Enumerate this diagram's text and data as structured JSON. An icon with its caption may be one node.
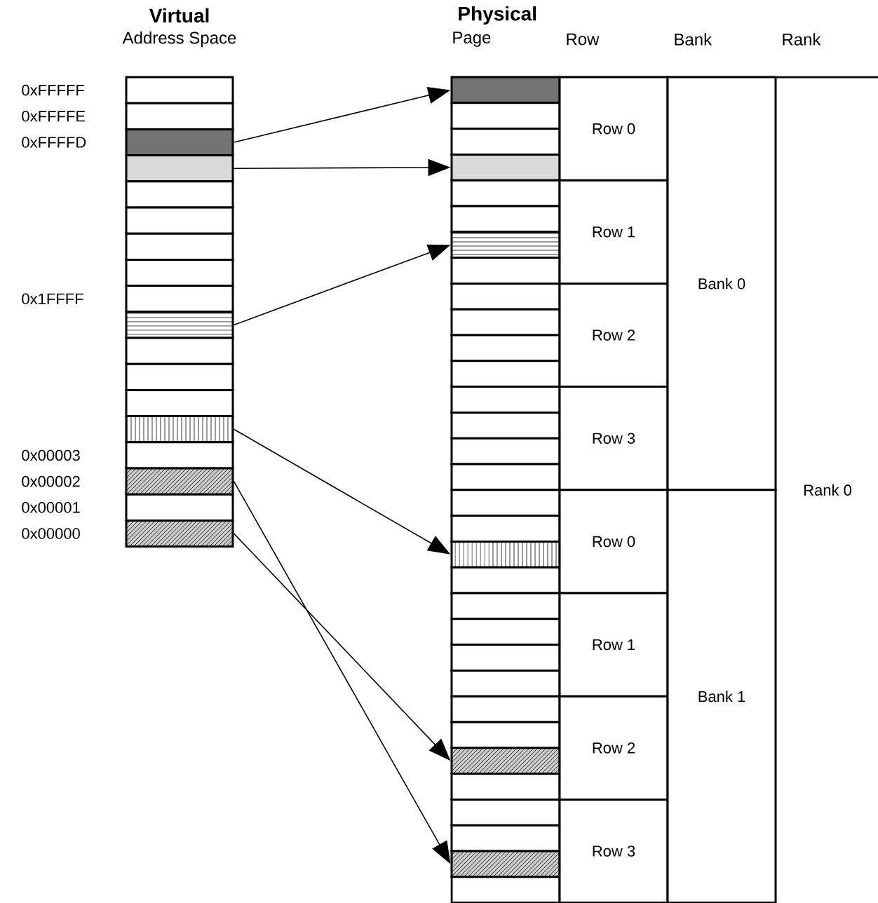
{
  "diagram": {
    "nodes": [
      {
        "text": [],
        "shape": "box",
        "beside": [
          "0xFFFFF"
        ]
      },
      {
        "text": [],
        "shape": "box",
        "beside": [
          "0xFFFFE"
        ]
      },
      {
        "text": [],
        "shape": "box",
        "beside": [
          "0xFFFFD"
        ]
      },
      {
        "text": [],
        "shape": "box"
      },
      {
        "text": [],
        "shape": "box"
      },
      {
        "text": [],
        "shape": "box"
      },
      {
        "text": [],
        "shape": "box"
      },
      {
        "text": [],
        "shape": "box"
      },
      {
        "text": [],
        "shape": "box",
        "beside": [
          "0x1FFFF"
        ]
      },
      {
        "text": [],
        "shape": "box"
      },
      {
        "text": [],
        "shape": "box"
      },
      {
        "text": [],
        "shape": "box"
      },
      {
        "text": [],
        "shape": "box"
      },
      {
        "text": [],
        "shape": "box"
      },
      {
        "text": [],
        "shape": "box",
        "beside": [
          "0x00003"
        ]
      },
      {
        "text": [],
        "shape": "box",
        "beside": [
          "0x00002"
        ]
      },
      {
        "text": [],
        "shape": "box",
        "beside": [
          "0x00001"
        ]
      },
      {
        "text": [],
        "shape": "box",
        "beside": [
          "0x00000"
        ]
      },
      {
        "text": [],
        "shape": "box"
      },
      {
        "text": [],
        "shape": "box"
      },
      {
        "text": [],
        "shape": "box"
      },
      {
        "text": [],
        "shape": "box"
      },
      {
        "text": [],
        "shape": "box"
      },
      {
        "text": [],
        "shape": "box"
      },
      {
        "text": [],
        "shape": "box"
      },
      {
        "text": [],
        "shape": "box"
      },
      {
        "text": [],
        "shape": "box"
      },
      {
        "text": [],
        "shape": "box"
      },
      {
        "text": [],
        "shape": "box"
      },
      {
        "text": [],
        "shape": "box"
      },
      {
        "text": [],
        "shape": "box"
      },
      {
        "text": [],
        "shape": "box"
      },
      {
        "text": [],
        "shape": "box"
      },
      {
        "text": [],
        "shape": "box"
      },
      {
        "text": [],
        "shape": "box"
      },
      {
        "text": [],
        "shape": "box"
      },
      {
        "text": [],
        "shape": "box"
      },
      {
        "text": [],
        "shape": "box"
      },
      {
        "text": [],
        "shape": "box"
      },
      {
        "text": [],
        "shape": "box"
      },
      {
        "text": [],
        "shape": "box"
      },
      {
        "text": [],
        "shape": "box"
      },
      {
        "text": [],
        "shape": "box"
      },
      {
        "text": [],
        "shape": "box"
      },
      {
        "text": [],
        "shape": "box"
      },
      {
        "text": [],
        "shape": "box"
      },
      {
        "text": [],
        "shape": "box"
      },
      {
        "text": [],
        "shape": "box"
      },
      {
        "text": [],
        "shape": "box"
      },
      {
        "text": [],
        "shape": "box"
      },
      {
        "text": [
          "Row 0"
        ]
      },
      {
        "text": [
          "Row 1"
        ]
      },
      {
        "text": [
          "Row 2"
        ]
      },
      {
        "text": [
          "Row 3"
        ]
      },
      {
        "text": [
          "Row 0"
        ]
      },
      {
        "text": [
          "Row 1"
        ]
      },
      {
        "text": [
          "Row 2"
        ]
      },
      {
        "text": [
          "Row 3"
        ]
      },
      {
        "text": [
          "Bank 0"
        ]
      },
      {
        "text": [
          "Bank 1"
        ]
      },
      {
        "text": [
          "Rank 0"
        ]
      }
    ],
    "edges": [
      {
        "from": 2,
        "to": 18,
        "arrow": "to"
      },
      {
        "from": 3,
        "to": 21,
        "arrow": "to"
      },
      {
        "from": 9,
        "to": 24,
        "arrow": "to"
      },
      {
        "from": 13,
        "to": 36,
        "arrow": "to"
      },
      {
        "from": 15,
        "to": 48,
        "arrow": "to"
      },
      {
        "from": 17,
        "to": 44,
        "arrow": "to"
      }
    ],
    "labels": [
      "Virtual",
      "Address Space",
      "Physical",
      "Page",
      "Row",
      "Bank",
      "Rank"
    ]
  }
}
